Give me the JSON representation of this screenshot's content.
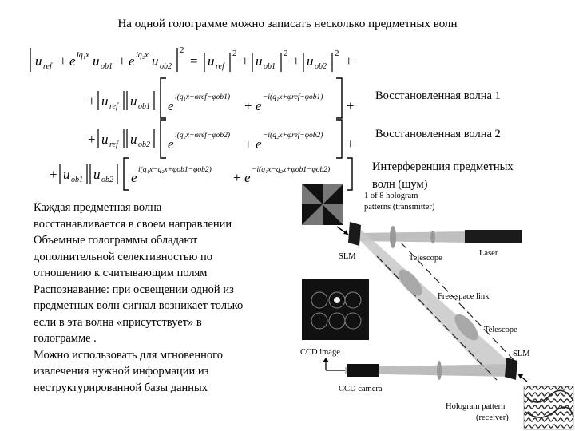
{
  "title": "На одной голограмме можно записать несколько предметных волн",
  "formula_labels": {
    "u_ref": "u_ref",
    "u_ob1": "u_ob1",
    "u_ob2": "u_ob2",
    "exp1": "iq₁x",
    "exp2": "iq₂x",
    "phase_1": "i(q₁x+φref−φob1)",
    "phase_1_neg": "−i(q₁x+φref−φob1)",
    "phase_2": "i(q₂x+φref−φob2)",
    "phase_2_neg": "−i(q₂x+φref−φob2)",
    "phase_12": "i(q₁x−q₂x+φob1−φob2)",
    "phase_12_neg": "−i(q₁x−q₂x+φob1−φob2)"
  },
  "captions": {
    "wave1": "Восстановленная волна 1",
    "wave2": "Восстановленная волна 2",
    "interference_line1": "Интерференция предметных",
    "interference_line2": "волн (шум)"
  },
  "paragraphs": [
    "Каждая предметная волна\nвосстанавливается в своем направлении",
    "Объемные голограммы обладают\nдополнительной селективностью по\nотношению к считывающим полям",
    "Распознавание: при освещении одной из\nпредметных волн сигнал возникает только\nесли в эта волна «присутствует» в\nголограмме .",
    "Можно использовать для мгновенного\nизвлечения нужной информации из\nнеструктурированной базы данных"
  ],
  "diagram": {
    "hologram_patterns_line1": "1 of 8 hologram",
    "hologram_patterns_line2": "patterns (transmitter)",
    "slm_top": "SLM",
    "telescope_top": "Telescope",
    "laser": "Laser",
    "free_space_link": "Free-space link",
    "telescope_bottom": "Telescope",
    "ccd_image": "CCD image",
    "slm_bottom": "SLM",
    "ccd_camera": "CCD camera",
    "hologram_pattern_line1": "Hologram pattern",
    "hologram_pattern_line2": "(receiver)"
  }
}
